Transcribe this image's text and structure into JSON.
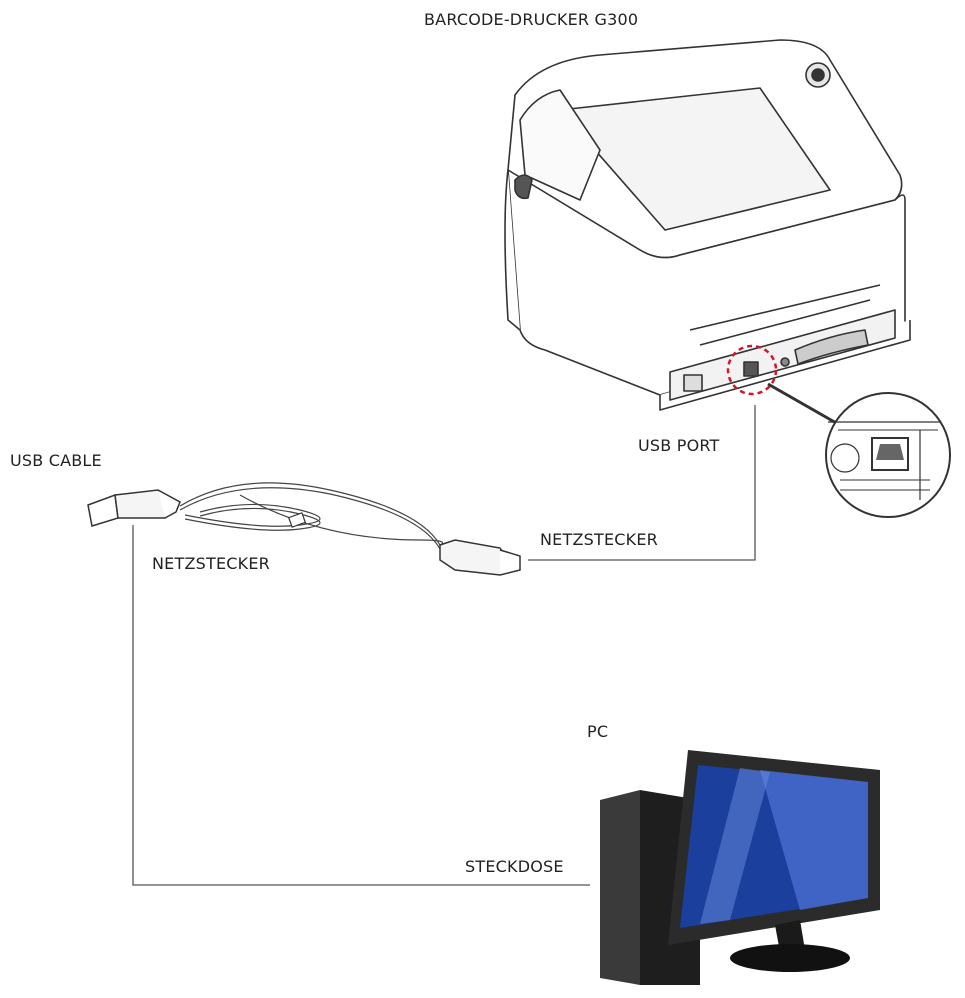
{
  "labels": {
    "printer": "BARCODE-DRUCKER G300",
    "usb_port": "USB PORT",
    "usb_cable": "USB CABLE",
    "plug_left": "NETZSTECKER",
    "plug_right": "NETZSTECKER",
    "pc": "PC",
    "socket": "STECKDOSE"
  },
  "colors": {
    "line": "#333333",
    "highlight": "#d0182a",
    "screen": "#1b3f9c"
  }
}
